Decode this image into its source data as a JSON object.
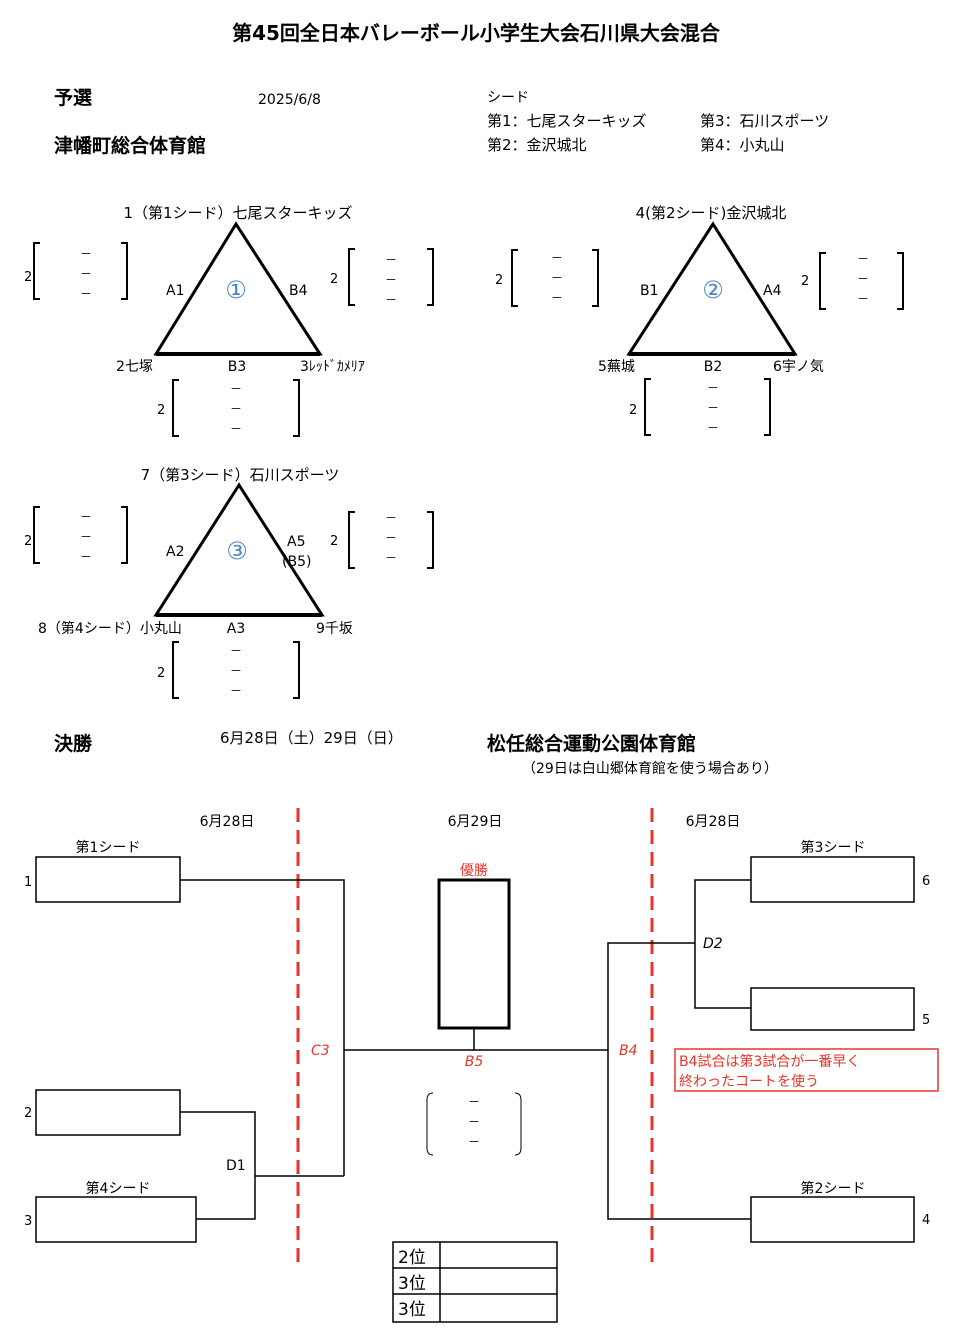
{
  "title": "第45回全日本バレーボール小学生大会石川県大会混合",
  "prelim": {
    "label": "予選",
    "date": "2025/6/8",
    "venue": "津幡町総合体育館"
  },
  "seeds": {
    "label": "シード",
    "s1": "第1：七尾スターキッズ",
    "s2": "第2：金沢城北",
    "s3": "第3：石川スポーツ",
    "s4": "第4：小丸山"
  },
  "score_placeholder": "－",
  "sets_count": "2",
  "groups": [
    {
      "number": "①",
      "top": "1（第1シード）七尾スターキッズ",
      "bottom_left": "2七塚",
      "bottom_right": "3ﾚｯﾄﾞｶﾒﾘｱ",
      "left_match": "A1",
      "right_match": "B4",
      "bottom_match": "B3",
      "right_match_alt": ""
    },
    {
      "number": "②",
      "top": "4(第2シード)金沢城北",
      "bottom_left": "5蕪城",
      "bottom_right": "6宇ノ気",
      "left_match": "B1",
      "right_match": "A4",
      "bottom_match": "B2",
      "right_match_alt": ""
    },
    {
      "number": "③",
      "top": "7（第3シード）石川スポーツ",
      "bottom_left": "8（第4シード）小丸山",
      "bottom_right": "9千坂",
      "left_match": "A2",
      "right_match": "A5",
      "bottom_match": "A3",
      "right_match_alt": "(B5)"
    }
  ],
  "final": {
    "label": "決勝",
    "dates": "6月28日（土）29日（日）",
    "venue": "松任総合運動公園体育館",
    "venue_note": "（29日は白山郷体育館を使う場合あり）",
    "day_left": "6月28日",
    "day_center": "6月29日",
    "day_right": "6月28日",
    "champion_label": "優勝",
    "seed1_label": "第1シード",
    "seed4_label": "第4シード",
    "seed3_label": "第3シード",
    "seed2_label": "第2シード",
    "slot_1": "1",
    "slot_2": "2",
    "slot_3": "3",
    "slot_4": "4",
    "slot_5": "5",
    "slot_6": "6",
    "match_d1": "D1",
    "match_d2": "D2",
    "match_c3": "C3",
    "match_b4": "B4",
    "match_b5": "B5",
    "note_line1": "B4試合は第3試合が一番早く",
    "note_line2": "終わったコートを使う",
    "places": [
      {
        "label": "2位",
        "value": ""
      },
      {
        "label": "3位",
        "value": ""
      },
      {
        "label": "3位",
        "value": ""
      }
    ]
  }
}
